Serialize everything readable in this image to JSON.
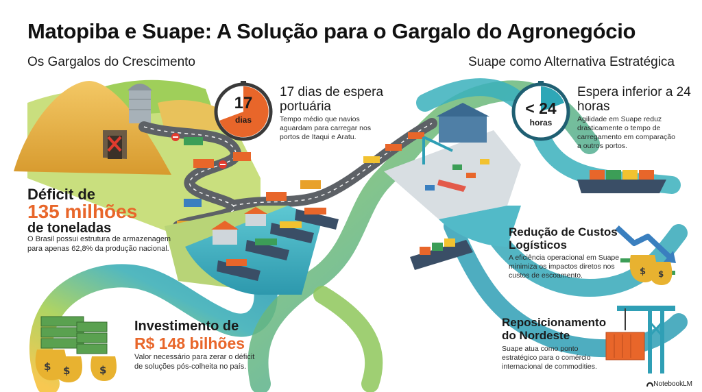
{
  "title": "Matopiba e Suape: A Solução para o Gargalo do Agronegócio",
  "sections": {
    "left": "Os Gargalos do Crescimento",
    "right": "Suape como Alternativa Estratégica"
  },
  "deficit": {
    "heading_1": "Déficit de",
    "value": "135 milhões",
    "heading_2": "de toneladas",
    "body": "O Brasil possui estrutura de armazenagem para apenas 62,8% da produção nacional."
  },
  "port_wait": {
    "clock_number": "17",
    "clock_unit": "dias",
    "heading": "17 dias de espera portuária",
    "body": "Tempo médio que navios aguardam para carregar nos portos de Itaqui e Aratu."
  },
  "suape_wait": {
    "clock_number": "< 24",
    "clock_unit": "horas",
    "heading": "Espera inferior a 24 horas",
    "body": "Agilidade em Suape reduz drasticamente o tempo de carregamento em comparação a outros portos."
  },
  "cost": {
    "heading": "Redução de Custos Logísticos",
    "body": "A eficiência operacional em Suape minimiza os impactos diretos nos custos de escoamento."
  },
  "investment": {
    "heading": "Investimento de",
    "value": "R$ 148 bilhões",
    "body": "Valor necessário para zerar o déficit de soluções pós-colheita no país."
  },
  "reposition": {
    "heading": "Reposicionamento do Nordeste",
    "body": "Suape atua como ponto estratégico para o comércio internacional de commodities."
  },
  "brand": "NotebookLM",
  "icons": {
    "money_bag": "$",
    "wait_clock": "clock-icon",
    "suape_clock": "clock-icon",
    "cost_arrow": "down-arrow-icon",
    "crane": "crane-icon"
  },
  "colors": {
    "orange": "#e8662a",
    "teal": "#2ea7b7",
    "green": "#9cc95a",
    "yellow": "#f5c542",
    "grain": "#e6b24a"
  }
}
